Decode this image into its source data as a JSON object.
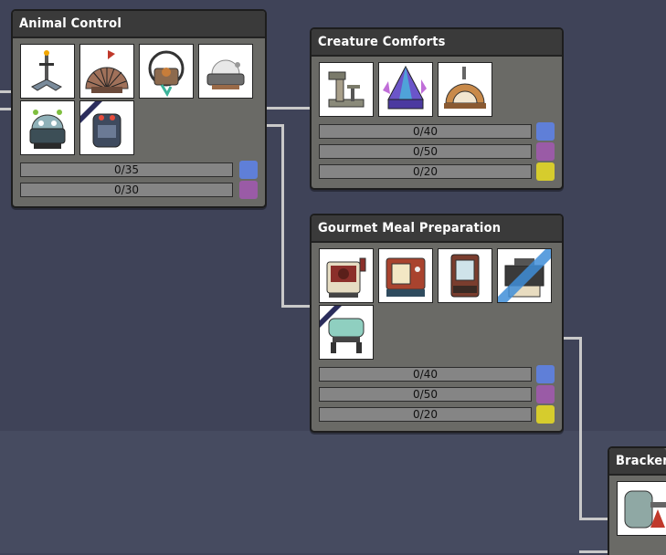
{
  "cards": {
    "animal_control": {
      "title": "Animal Control",
      "items": [
        "perch-icon",
        "feeder-fan-icon",
        "shearing-station-icon",
        "egg-incubator-icon",
        "critter-drop-off-icon",
        "critter-lure-icon"
      ],
      "requirements": [
        {
          "label": "0/35",
          "resource": "research-blue-icon",
          "color": "#5f7fd8"
        },
        {
          "label": "0/30",
          "resource": "research-purple-icon",
          "color": "#9a5ba6"
        }
      ]
    },
    "creature_comforts": {
      "title": "Creature Comforts",
      "items": [
        "cat-tree-icon",
        "crystal-tent-icon",
        "wooden-bed-icon"
      ],
      "requirements": [
        {
          "label": "0/40",
          "resource": "research-blue-icon",
          "color": "#5f7fd8"
        },
        {
          "label": "0/50",
          "resource": "research-purple-icon",
          "color": "#9a5ba6"
        },
        {
          "label": "0/20",
          "resource": "research-yellow-icon",
          "color": "#d6cc2d"
        }
      ]
    },
    "gourmet_meal": {
      "title": "Gourmet Meal Preparation",
      "items": [
        "electric-grill-icon",
        "gas-range-icon",
        "spice-grinder-icon",
        "deep-fryer-icon",
        "food-dehydrator-icon"
      ],
      "requirements": [
        {
          "label": "0/40",
          "resource": "research-blue-icon",
          "color": "#5f7fd8"
        },
        {
          "label": "0/50",
          "resource": "research-purple-icon",
          "color": "#9a5ba6"
        },
        {
          "label": "0/20",
          "resource": "research-yellow-icon",
          "color": "#d6cc2d"
        }
      ]
    },
    "brackene": {
      "title": "Brackene",
      "items": [
        "brackene-flow-icon"
      ]
    }
  },
  "colors": {
    "background": "#3f4358",
    "panel": "#6a6a66",
    "header": "#3a3a3a",
    "wire": "#c9c9c9"
  }
}
